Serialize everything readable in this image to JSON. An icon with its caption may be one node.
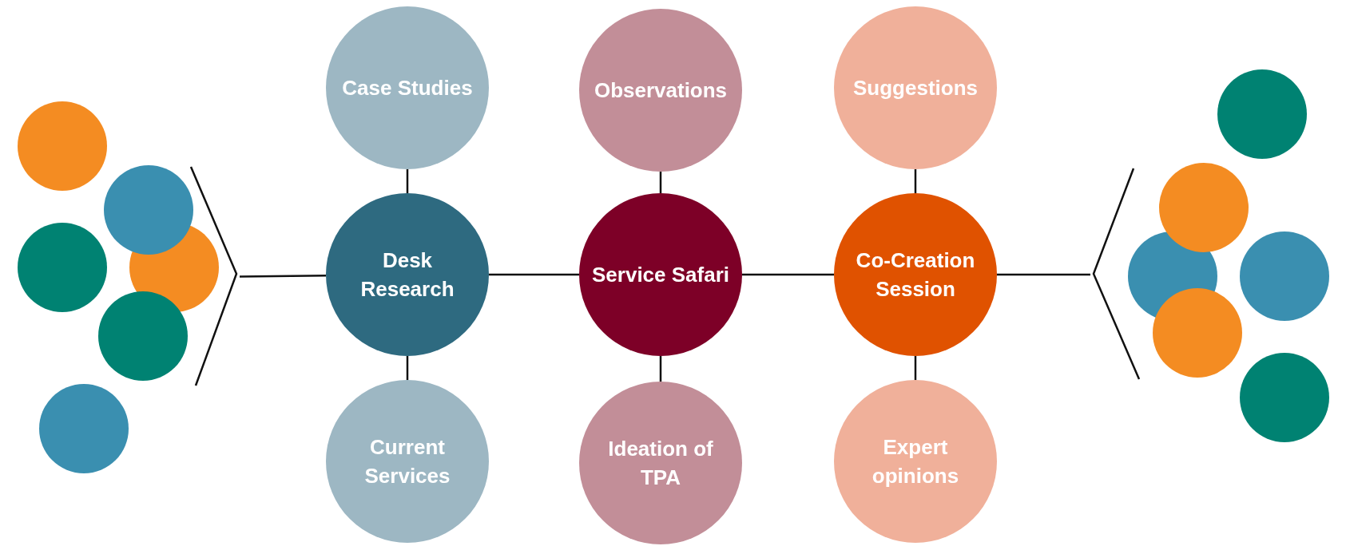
{
  "diagram": {
    "nodes": [
      {
        "text": [],
        "shape": "circle"
      },
      {
        "text": [],
        "shape": "circle"
      },
      {
        "text": [],
        "shape": "circle"
      },
      {
        "text": [],
        "shape": "circle"
      },
      {
        "text": [],
        "shape": "circle"
      },
      {
        "text": [],
        "shape": "circle"
      },
      {
        "text": [],
        "shape": "chevron"
      },
      {
        "text": [
          "Case Studies"
        ]
      },
      {
        "text": [
          "Desk Research"
        ]
      },
      {
        "text": [
          "Current Services"
        ]
      },
      {
        "text": [
          "Observations"
        ]
      },
      {
        "text": [
          "Service Safari"
        ]
      },
      {
        "text": [
          "Ideation of TPA"
        ]
      },
      {
        "text": [
          "Suggestions"
        ]
      },
      {
        "text": [
          "Co-Creation Session"
        ]
      },
      {
        "text": [
          "Expert opinions"
        ]
      },
      {
        "text": [],
        "shape": "chevron"
      },
      {
        "text": [],
        "shape": "circle"
      },
      {
        "text": [],
        "shape": "circle"
      },
      {
        "text": [],
        "shape": "circle"
      },
      {
        "text": [],
        "shape": "circle"
      },
      {
        "text": [],
        "shape": "circle"
      },
      {
        "text": [],
        "shape": "circle"
      }
    ],
    "edges": [
      {
        "from": 6,
        "to": 8,
        "arrow": "none"
      },
      {
        "from": 7,
        "to": 8,
        "arrow": "none"
      },
      {
        "from": 8,
        "to": 9,
        "arrow": "none"
      },
      {
        "from": 8,
        "to": 11,
        "arrow": "none"
      },
      {
        "from": 10,
        "to": 11,
        "arrow": "none"
      },
      {
        "from": 11,
        "to": 12,
        "arrow": "none"
      },
      {
        "from": 11,
        "to": 14,
        "arrow": "none"
      },
      {
        "from": 13,
        "to": 14,
        "arrow": "none"
      },
      {
        "from": 14,
        "to": 15,
        "arrow": "none"
      },
      {
        "from": 14,
        "to": 16,
        "arrow": "none"
      }
    ]
  }
}
